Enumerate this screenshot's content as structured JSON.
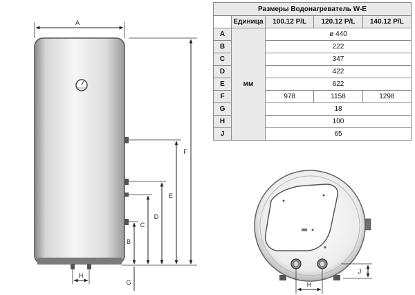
{
  "table": {
    "title": "Размеры Водонагреватель W-E",
    "unit_header": "Единица",
    "model_headers": [
      "100.12 P/L",
      "120.12 P/L",
      "140.12 P/L"
    ],
    "unit": "мм",
    "rows": [
      {
        "key": "A",
        "value": "ø 440"
      },
      {
        "key": "B",
        "value": "222"
      },
      {
        "key": "C",
        "value": "347"
      },
      {
        "key": "D",
        "value": "422"
      },
      {
        "key": "E",
        "value": "622"
      },
      {
        "key": "F",
        "values": [
          "978",
          "1158",
          "1298"
        ]
      },
      {
        "key": "G",
        "value": "18"
      },
      {
        "key": "H",
        "value": "100"
      },
      {
        "key": "J",
        "value": "65"
      }
    ]
  },
  "drawing": {
    "side_view_labels": {
      "A": "A",
      "B": "B",
      "C": "C",
      "D": "D",
      "E": "E",
      "F": "F",
      "G": "G",
      "H": "H"
    },
    "bottom_view_labels": {
      "H": "H",
      "J": "J"
    }
  }
}
